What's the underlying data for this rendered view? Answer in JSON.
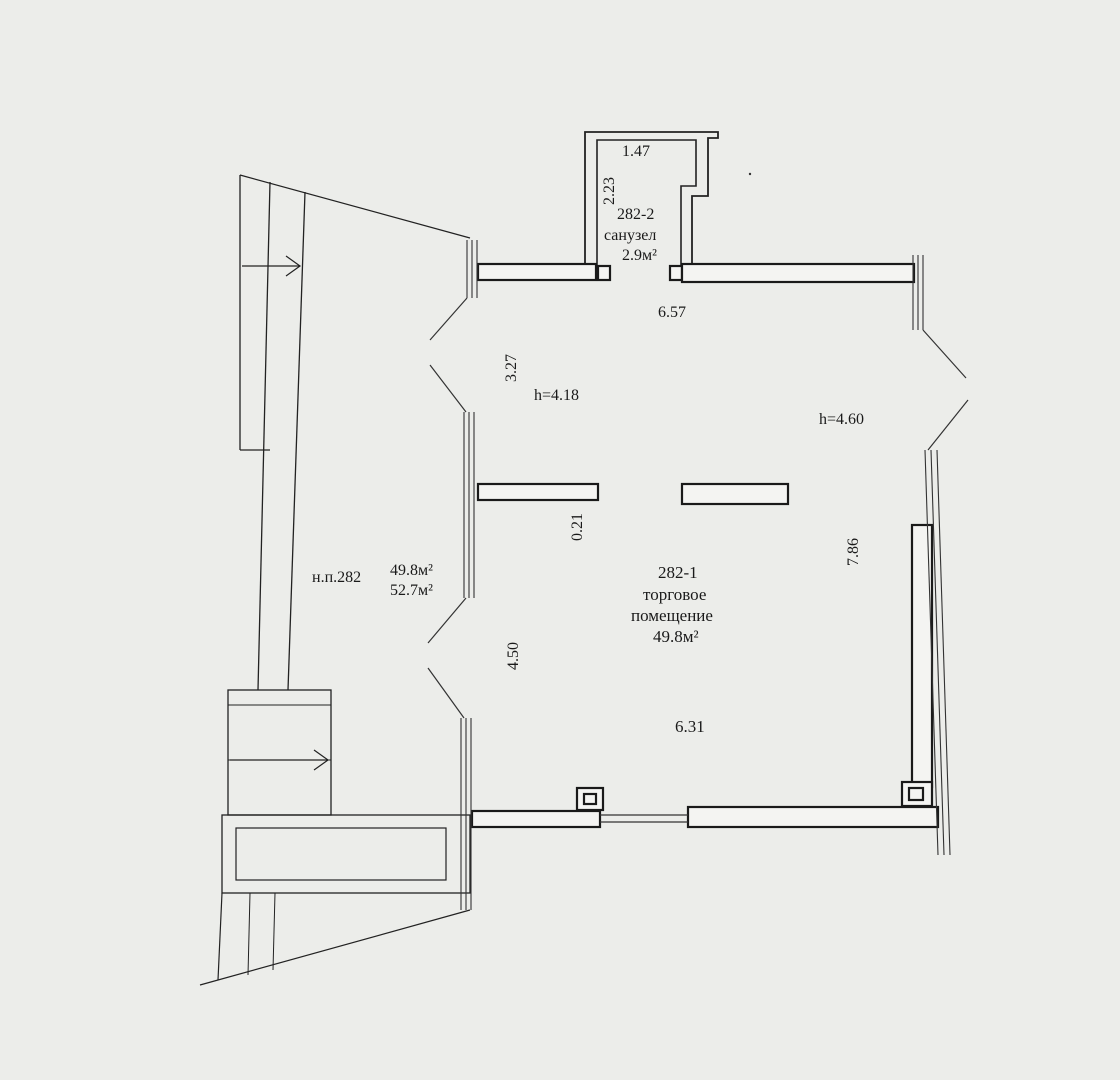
{
  "plan": {
    "bathroom": {
      "id": "282-2",
      "name": "санузел",
      "area": "2.9м²",
      "width": "1.47",
      "depth": "2.23"
    },
    "main_room": {
      "id": "282-1",
      "name_line1": "торговое",
      "name_line2": "помещение",
      "area": "49.8м²"
    },
    "premises": {
      "label": "н.п.282",
      "area_main": "49.8м²",
      "area_total": "52.7м²"
    },
    "dimensions": {
      "top_width": "6.57",
      "bottom_width": "6.31",
      "left_upper": "3.27",
      "left_lower": "4.50",
      "right_height": "7.86",
      "beam_gap": "0.21"
    },
    "heights": {
      "left": "h=4.18",
      "right": "h=4.60"
    }
  }
}
